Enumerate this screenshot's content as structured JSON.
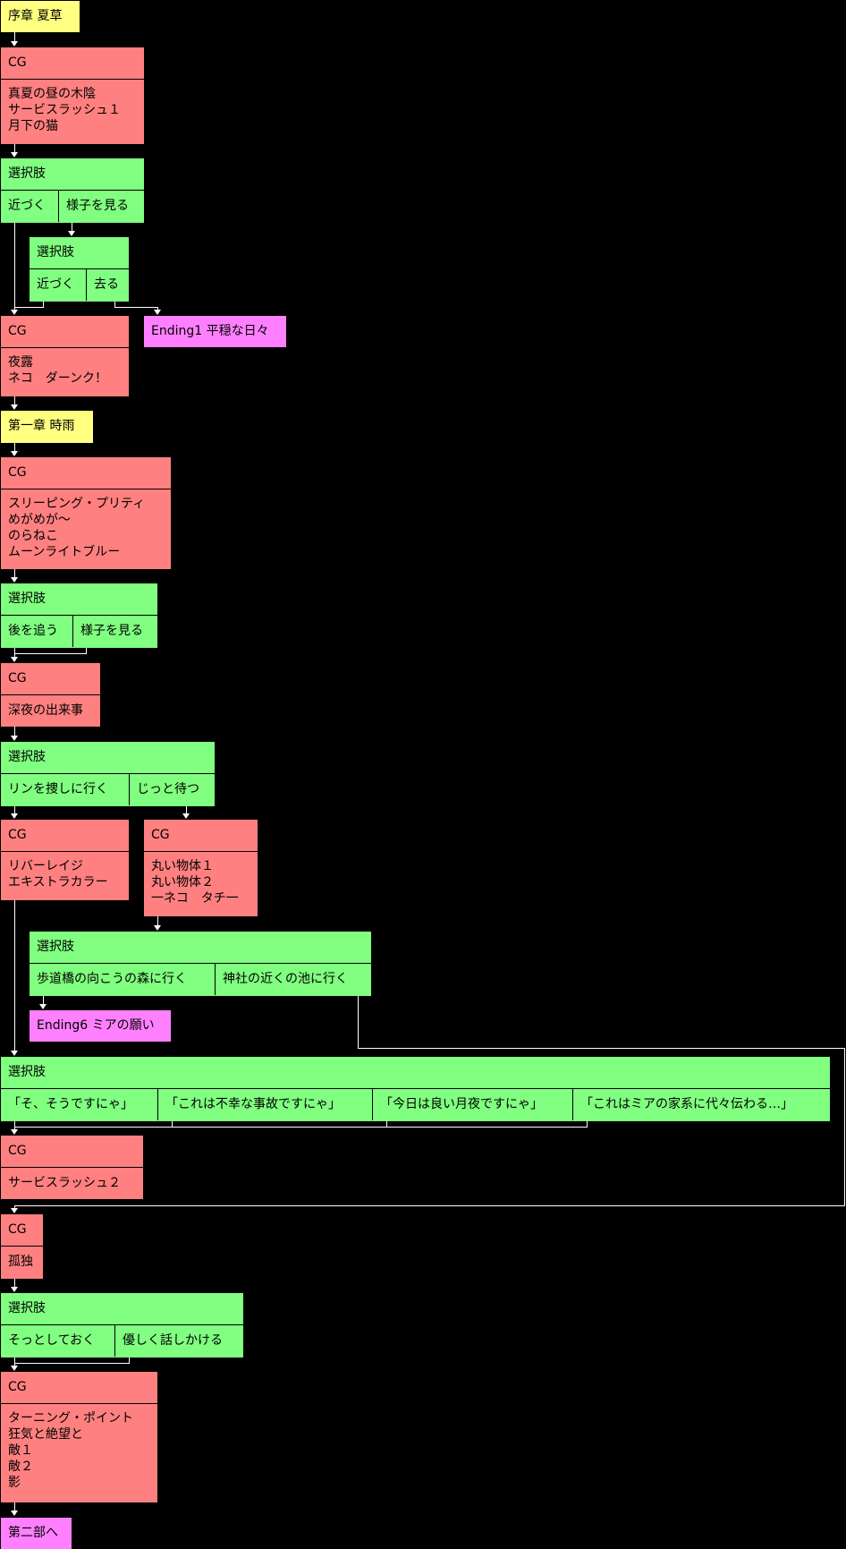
{
  "prologue": "序章 夏草",
  "cg1": {
    "header": "CG",
    "items": [
      "真夏の昼の木陰",
      "サービスラッシュ１",
      "月下の猫"
    ]
  },
  "choice1": {
    "header": "選択肢",
    "options": [
      "近づく",
      "様子を見る"
    ]
  },
  "choice2": {
    "header": "選択肢",
    "options": [
      "近づく",
      "去る"
    ]
  },
  "ending1": "Ending1 平穏な日々",
  "cg2": {
    "header": "CG",
    "items": [
      "夜露",
      "ネコ　ダーンク！"
    ]
  },
  "chapter1": "第一章 時雨",
  "cg3": {
    "header": "CG",
    "items": [
      "スリーピング・プリティ",
      "めがめが～",
      "のらねこ",
      "ムーンライトブルー"
    ]
  },
  "choice3": {
    "header": "選択肢",
    "options": [
      "後を追う",
      "様子を見る"
    ]
  },
  "cg4": {
    "header": "CG",
    "items": [
      "深夜の出来事"
    ]
  },
  "choice4": {
    "header": "選択肢",
    "options": [
      "リンを捜しに行く",
      "じっと待つ"
    ]
  },
  "cg5": {
    "header": "CG",
    "items": [
      "リバーレイジ",
      "エキストラカラー"
    ]
  },
  "cg6": {
    "header": "CG",
    "items": [
      "丸い物体１",
      "丸い物体２",
      "一ネコ　タチ一"
    ]
  },
  "choice5": {
    "header": "選択肢",
    "options": [
      "歩道橋の向こうの森に行く",
      "神社の近くの池に行く"
    ]
  },
  "ending6": "Ending6 ミアの願い",
  "choice6": {
    "header": "選択肢",
    "options": [
      "「そ、そうですにゃ」",
      "「これは不幸な事故ですにゃ」",
      "「今日は良い月夜ですにゃ」",
      "「これはミアの家系に代々伝わる…」"
    ]
  },
  "cg7": {
    "header": "CG",
    "items": [
      "サービスラッシュ２"
    ]
  },
  "cg8": {
    "header": "CG",
    "items": [
      "孤独"
    ]
  },
  "choice7": {
    "header": "選択肢",
    "options": [
      "そっとしておく",
      "優しく話しかける"
    ]
  },
  "cg9": {
    "header": "CG",
    "items": [
      "ターニング・ポイント",
      "狂気と絶望と",
      "敵１",
      "敵２",
      "影"
    ]
  },
  "part2": "第二部へ",
  "colors": {
    "chapter": "#ffff80",
    "cg": "#ff8080",
    "choice": "#80ff80",
    "ending": "#ff80ff"
  }
}
